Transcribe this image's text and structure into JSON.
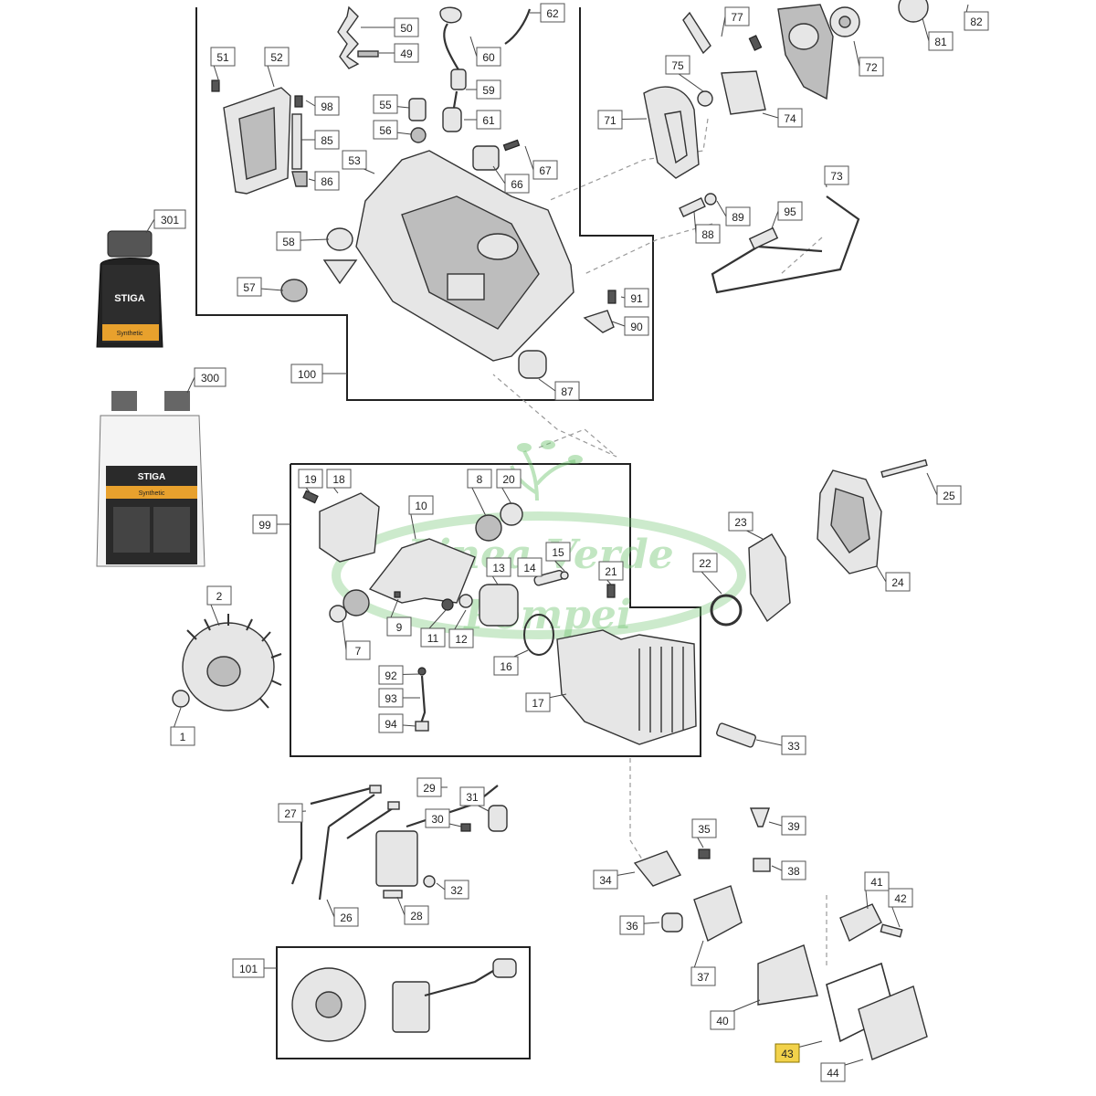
{
  "watermark": {
    "line1": "Linea Verde",
    "line2": "Pompei",
    "color": "#6cc36c"
  },
  "products": {
    "small_bottle_brand": "STIGA",
    "small_bottle_label": "Synthetic",
    "large_bottle_brand": "STIGA",
    "large_bottle_label": "Synthetic"
  },
  "highlight_color": "#f2d24b",
  "callouts": [
    "50",
    "49",
    "60",
    "62",
    "51",
    "52",
    "98",
    "55",
    "59",
    "56",
    "61",
    "85",
    "86",
    "53",
    "66",
    "67",
    "58",
    "57",
    "77",
    "82",
    "81",
    "72",
    "75",
    "71",
    "74",
    "73",
    "89",
    "95",
    "88",
    "91",
    "90",
    "100",
    "87",
    "301",
    "300",
    "19",
    "18",
    "10",
    "8",
    "20",
    "99",
    "15",
    "14",
    "13",
    "21",
    "2",
    "9",
    "7",
    "11",
    "12",
    "16",
    "92",
    "93",
    "94",
    "17",
    "1",
    "25",
    "23",
    "22",
    "24",
    "33",
    "29",
    "27",
    "31",
    "30",
    "32",
    "26",
    "28",
    "35",
    "39",
    "34",
    "38",
    "41",
    "42",
    "36",
    "37",
    "101",
    "40",
    "43",
    "44"
  ]
}
